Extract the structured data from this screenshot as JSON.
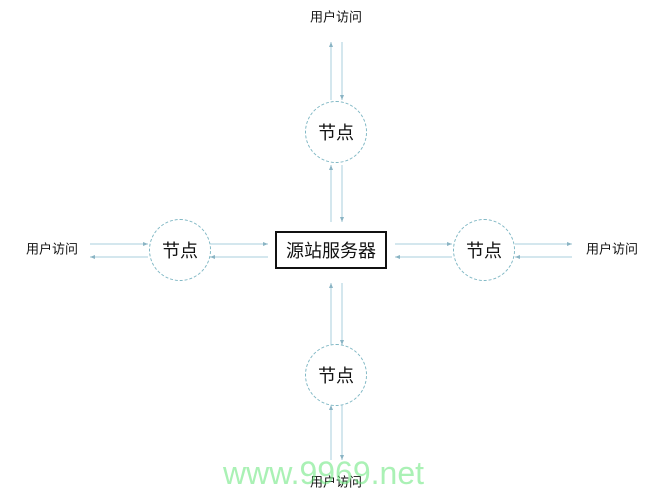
{
  "diagram": {
    "origin_server": {
      "label": "源站服务器"
    },
    "nodes": [
      {
        "id": "top",
        "label": "节点"
      },
      {
        "id": "left",
        "label": "节点"
      },
      {
        "id": "right",
        "label": "节点"
      },
      {
        "id": "bottom",
        "label": "节点"
      }
    ],
    "user_access": [
      {
        "id": "top",
        "label": "用户访问"
      },
      {
        "id": "left",
        "label": "用户访问"
      },
      {
        "id": "right",
        "label": "用户访问"
      },
      {
        "id": "bottom",
        "label": "用户访问"
      }
    ],
    "colors": {
      "arrow": "#9cc7d8",
      "node_border": "#7fb7c4",
      "origin_border": "#111111",
      "watermark": "#64e678"
    }
  },
  "watermark": {
    "text": "www.9969.net"
  }
}
